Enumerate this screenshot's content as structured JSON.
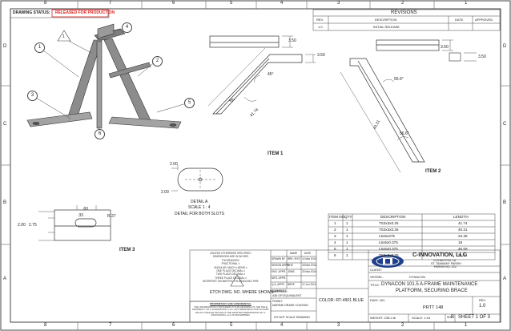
{
  "border": {
    "cols_top": [
      "8",
      "7",
      "6",
      "5",
      "4",
      "3",
      "2",
      "1"
    ],
    "cols_bottom": [
      "8",
      "7",
      "6",
      "5",
      "4",
      "3",
      "2",
      "1"
    ],
    "rows_left": [
      "D",
      "C",
      "B",
      "A"
    ],
    "rows_right": [
      "D",
      "C",
      "B",
      "A"
    ]
  },
  "drawing_status": {
    "label": "DRAWING STATUS:",
    "value": "RELEASED FOR PRODUCTION"
  },
  "revisions": {
    "title": "REVISIONS",
    "headers": [
      "REV.",
      "DESCRIPTION",
      "DATE",
      "APPROVED"
    ],
    "rows": [
      {
        "rev": "1.0",
        "description": "INITIAL RELEASE",
        "date": "",
        "approved": ""
      }
    ]
  },
  "balloons": [
    "1",
    "2",
    "3",
    "4",
    "5",
    "6"
  ],
  "note_flag": "1",
  "dims": {
    "item1_bar_height": "3.50",
    "item1_angled_h": "3.50",
    "item1_angle_a": "45°",
    "item1_angle_b": "45°",
    "item1_len": "41.74",
    "item2_top_h": "3.50",
    "item2_bar_h": "3.50",
    "item2_angle_a": "56.6°",
    "item2_angle_b": "56.6°",
    "item2_len": "40.31",
    "detail_w": "2.00",
    "detail_h": "2.00",
    "detail_r": "R.27"
  },
  "labels": {
    "item1": "ITEM 1",
    "item2": "ITEM 2",
    "item3": "ITEM 3",
    "detail_title": "DETAIL A",
    "detail_scale": "SCALE 1 : 4",
    "detail_note": "DETAIL FOR BOTH SLOTS",
    "etch_note": "ETCH DWG. NO. WHERE SHOWN",
    "item3_dims": [
      ".60",
      ".33",
      "2.00",
      "2.75"
    ]
  },
  "bom": {
    "headers": [
      "ITEM NO.",
      "QTY.",
      "DESCRIPTION",
      "LENGTH"
    ],
    "rows": [
      {
        "item": "1",
        "qty": "1",
        "desc": "TS3x3x0.25",
        "len": "41.74"
      },
      {
        "item": "2",
        "qty": "1",
        "desc": "TS3x3x0.25",
        "len": "40.31"
      },
      {
        "item": "3",
        "qty": "1",
        "desc": "L5x5x375",
        "len": "23.38"
      },
      {
        "item": "4",
        "qty": "1",
        "desc": "L5x5x0.375",
        "len": "19"
      },
      {
        "item": "5",
        "qty": "1",
        "desc": "L5x5x0.375",
        "len": "46.59"
      },
      {
        "item": "6",
        "qty": "1",
        "desc": "TS3x3x0.25",
        "len": "31.64"
      }
    ]
  },
  "title_block": {
    "company": "C-INNOVATION, LLC",
    "addr1": "COVINGTON, LA",
    "addr2": "ST. TAMMANY PARISH",
    "addr3": "PARISH NO. ZZZ",
    "client_label": "CLIENT:",
    "vessel_label": "VESSEL:",
    "vessel": "DYNACON",
    "title_label": "TITLE:",
    "title1": "DYNACON 101.5 A-FRAME MAINTENANCE",
    "title2": "PLATFORM, SECURING BRACE",
    "dwg_label": "DWG. NO.",
    "dwg_no": "PRTT 148",
    "size_label": "SIZE",
    "size": "B",
    "rev_label": "REV",
    "rev": "1.0",
    "weight_label": "WEIGHT: 238.4 lb",
    "scale_label": "SCALE: 1:16",
    "sheet": "SHEET 1 OF 3"
  },
  "approvals": {
    "headers": [
      "",
      "NAME",
      "DATE"
    ],
    "rows": [
      {
        "role": "DRAWN BY",
        "name": "BRE / BYS",
        "date": "14 Mar 2014"
      },
      {
        "role": "DESIGN APPR.",
        "name": "RHE",
        "date": "18 Mar 2014"
      },
      {
        "role": "ENG. APPR.",
        "name": "JDMS",
        "date": "20 Mar 2014"
      },
      {
        "role": "MFG. APPR.",
        "name": "",
        "date": ""
      },
      {
        "role": "Q.A. APPR.",
        "name": "BRDP",
        "date": "12 Jun 2014"
      },
      {
        "role": "COMMENTS:",
        "name": "",
        "date": ""
      }
    ]
  },
  "tolerances": {
    "lines": [
      "UNLESS OTHERWISE SPECIFIED:",
      "DIMENSIONS ARE IN INCHES",
      "TOLERANCES:",
      "FRACTIONAL ±",
      "ANGULAR: MACH ±   BEND ±",
      "ONE PLACE DECIMAL ±",
      "TWO PLACE DECIMAL ±",
      "THREE PLACE DECIMAL ±",
      "INTERPRET GEOMETRIC TOLERANCING PER:"
    ]
  },
  "material": {
    "label": "MATERIAL:",
    "value": "A36 OR EQUIVALENT",
    "finish_label": "FINISH:",
    "finish": "MARINE GRADE COATING",
    "color": "COLOR: RT-4901 BLUE",
    "noscale": "DO NOT SCALE DRAWING"
  },
  "proprietary": {
    "title": "PROPRIETARY AND CONFIDENTIAL",
    "body": "THE INFORMATION CONTAINED IN THIS DRAWING IS THE SOLE PROPERTY OF C-INNOVATION, LLC. ANY REPRODUCTION IN PART OR AS A WHOLE WITHOUT THE WRITTEN PERMISSION OF C-INNOVATION, LLC IS PROHIBITED."
  },
  "colors": {
    "status_red": "#d22",
    "line": "#333",
    "part_fill": "#8c8c8c",
    "logo_blue": "#1f3f8a"
  }
}
